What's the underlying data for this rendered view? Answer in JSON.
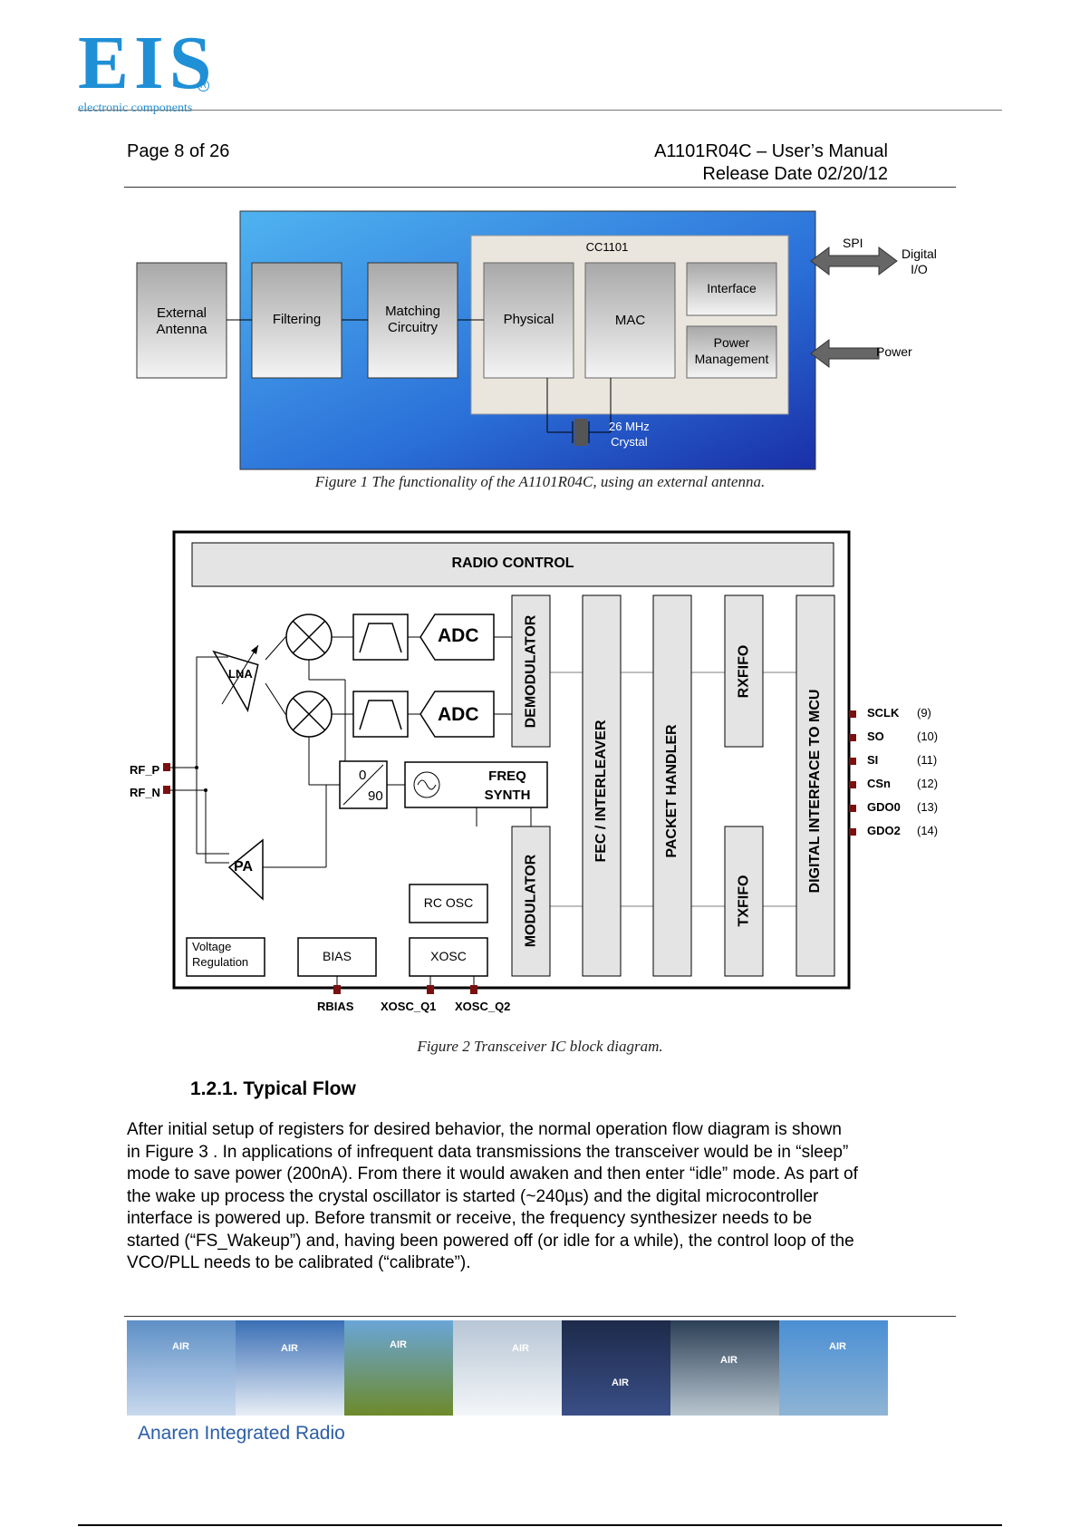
{
  "logo": {
    "name": "EIS",
    "subtitle": "electronic components",
    "mark": "R"
  },
  "header": {
    "page": "Page 8 of 26",
    "doc_title": "A1101R04C – User’s Manual",
    "release": "Release Date 02/20/12"
  },
  "figure1": {
    "caption": "Figure 1 The functionality of the A1101R04C, using an external antenna.",
    "blocks": {
      "antenna": [
        "External",
        "Antenna"
      ],
      "filtering": "Filtering",
      "matching": [
        "Matching",
        "Circuitry"
      ],
      "chip": "CC1101",
      "physical": "Physical",
      "mac": "MAC",
      "interface": "Interface",
      "power_mgmt": [
        "Power",
        "Management"
      ],
      "crystal": [
        "26 MHz",
        "Crystal"
      ],
      "spi": "SPI",
      "digital_io": [
        "Digital",
        "I/O"
      ],
      "power": "Power"
    }
  },
  "figure2": {
    "caption": "Figure 2  Transceiver IC block diagram.",
    "radio_control": "RADIO CONTROL",
    "lna": "LNA",
    "pa": "PA",
    "adc": "ADC",
    "phase_top": "0",
    "phase_bot": "90",
    "freq_synth": [
      "FREQ",
      "SYNTH"
    ],
    "demodulator": "DEMODULATOR",
    "modulator": "MODULATOR",
    "fec": "FEC / INTERLEAVER",
    "packet": "PACKET HANDLER",
    "rxfifo": "RXFIFO",
    "txfifo": "TXFIFO",
    "digital_if": "DIGITAL INTERFACE TO MCU",
    "rc_osc": "RC OSC",
    "bias": "BIAS",
    "xosc": "XOSC",
    "voltage": [
      "Voltage",
      "Regulation"
    ],
    "rf_p": "RF_P",
    "rf_n": "RF_N",
    "rbias": "RBIAS",
    "xosc_q1": "XOSC_Q1",
    "xosc_q2": "XOSC_Q2",
    "pins": [
      {
        "name": "SCLK",
        "num": "(9)"
      },
      {
        "name": "SO",
        "num": "(10)"
      },
      {
        "name": "SI",
        "num": "(11)"
      },
      {
        "name": "CSn",
        "num": "(12)"
      },
      {
        "name": "GDO0",
        "num": "(13)"
      },
      {
        "name": "GDO2",
        "num": "(14)"
      }
    ]
  },
  "section": {
    "heading": "1.2.1.  Typical Flow",
    "lines": [
      "After initial setup of registers for desired behavior, the normal operation flow diagram is shown",
      "in Figure 3 . In applications of infrequent data transmissions the transceiver would be in “sleep”",
      "mode to save power (200nA). From there it would awaken and then enter “idle” mode. As part of",
      "the wake up process the crystal oscillator is started (~240µs) and the digital microcontroller",
      "interface is powered up. Before transmit or receive, the frequency synthesizer needs to be",
      "started (“FS_Wakeup”) and, having been powered off (or idle for a while), the control loop of the",
      "VCO/PLL needs to be calibrated (“calibrate”)."
    ]
  },
  "footer": {
    "air": "AIR",
    "brand": "Anaren Integrated Radio"
  }
}
